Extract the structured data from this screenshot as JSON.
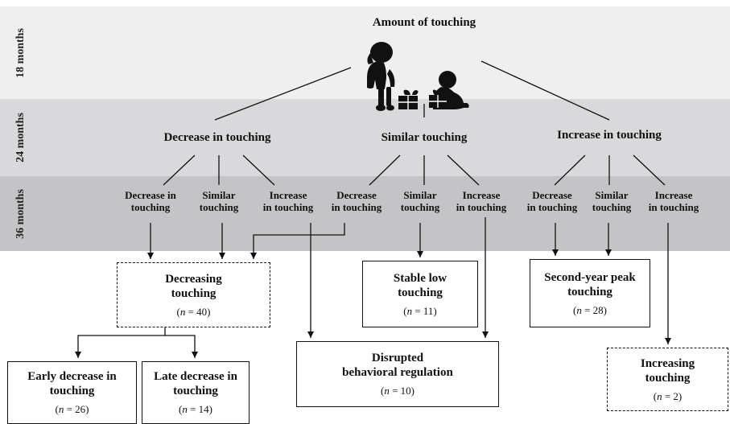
{
  "bands": {
    "m18": "18 months",
    "m24": "24 months",
    "m36": "36 months"
  },
  "title": "Amount of touching",
  "level24": {
    "decrease": "Decrease in touching",
    "similar": "Similar touching",
    "increase": "Increase in touching"
  },
  "level36": {
    "a_decrease": "Decrease in\ntouching",
    "a_similar": "Similar\ntouching",
    "a_increase": "Increase\nin touching",
    "b_decrease": "Decrease\nin touching",
    "b_similar": "Similar\ntouching",
    "b_increase": "Increase\nin touching",
    "c_decrease": "Decrease\nin touching",
    "c_similar": "Similar\ntouching",
    "c_increase": "Increase\nin touching"
  },
  "outcomes": {
    "decreasing": {
      "title": "Decreasing\ntouching",
      "n_label": "n",
      "n_value": "= 40)"
    },
    "stable_low": {
      "title": "Stable low\ntouching",
      "n_label": "n",
      "n_value": "= 11)"
    },
    "second_year_peak": {
      "title": "Second-year peak\ntouching",
      "n_label": "n",
      "n_value": "= 28)"
    },
    "disrupted": {
      "title": "Disrupted\nbehavioral regulation",
      "n_label": "n",
      "n_value": "= 10)"
    },
    "increasing": {
      "title": "Increasing\ntouching",
      "n_label": "n",
      "n_value": "= 2)"
    },
    "early_decrease": {
      "title": "Early decrease in\ntouching",
      "n_label": "n",
      "n_value": "= 26)"
    },
    "late_decrease": {
      "title": "Late decrease in\ntouching",
      "n_label": "n",
      "n_value": "= 14)"
    }
  },
  "illustration": "children-with-gift-boxes-silhouette"
}
